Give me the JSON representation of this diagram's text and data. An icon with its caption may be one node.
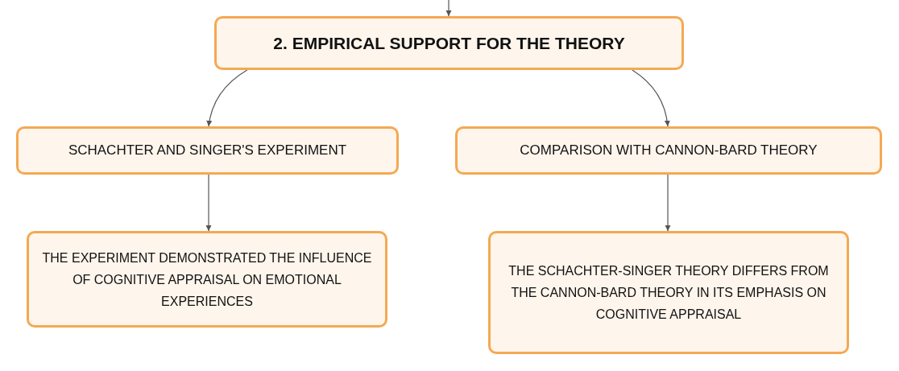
{
  "diagram": {
    "nodes": [
      {
        "text": [
          "2. EMPIRICAL SUPPORT FOR THE THEORY"
        ]
      },
      {
        "text": [
          "SCHACHTER AND SINGER'S EXPERIMENT"
        ]
      },
      {
        "text": [
          "COMPARISON WITH CANNON-BARD THEORY"
        ]
      },
      {
        "text": [
          "THE EXPERIMENT DEMONSTRATED THE INFLUENCE OF COGNITIVE APPRAISAL ON EMOTIONAL EXPERIENCES"
        ]
      },
      {
        "text": [
          "THE SCHACHTER-SINGER THEORY DIFFERS FROM THE CANNON-BARD THEORY IN ITS EMPHASIS ON COGNITIVE APPRAISAL"
        ]
      }
    ],
    "edges": [
      {
        "from": null,
        "to": 0,
        "arrow": "to"
      },
      {
        "from": 0,
        "to": 1,
        "arrow": "to"
      },
      {
        "from": 0,
        "to": 2,
        "arrow": "to"
      },
      {
        "from": 1,
        "to": 3,
        "arrow": "to"
      },
      {
        "from": 2,
        "to": 4,
        "arrow": "to"
      }
    ]
  }
}
